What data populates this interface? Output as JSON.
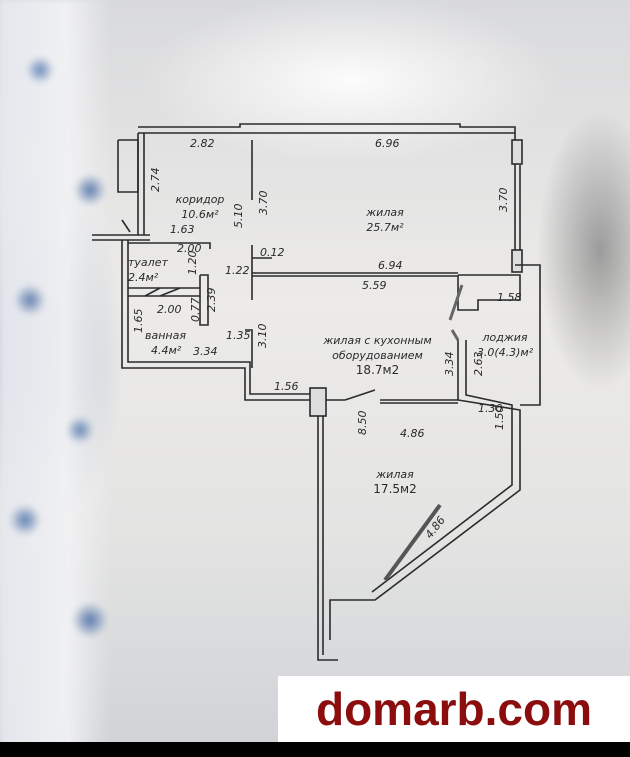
{
  "rooms": {
    "corridor": {
      "name": "коридор",
      "area": "10.6м²"
    },
    "living1": {
      "name": "жилая",
      "area": "25.7м²"
    },
    "toilet": {
      "name": "туалет",
      "area": "2.4м²"
    },
    "bath": {
      "name": "ванная",
      "area": "4.4м²"
    },
    "kitchen": {
      "name1": "жилая с кухонным",
      "name2": "оборудованием",
      "area": "18.7м2"
    },
    "loggia": {
      "name": "лоджия",
      "area": "3.0(4.3)м²"
    },
    "living2": {
      "name": "жилая",
      "area": "17.5м2"
    }
  },
  "dims": {
    "d282": "2.82",
    "d696": "6.96",
    "d274": "2.74",
    "d370a": "3.70",
    "d510": "5.10",
    "d370b": "3.70",
    "d163": "1.63",
    "d200a": "2.00",
    "d120": "1.20",
    "d122": "1.22",
    "d012": "0.12",
    "d694": "6.94",
    "d559": "5.59",
    "d158": "1.58",
    "d200b": "2.00",
    "d077": "0.77",
    "d239": "2.39",
    "d165": "1.65",
    "d135": "1.35",
    "d310": "3.10",
    "d334a": "3.34",
    "d334b": "3.34",
    "d263": "2.63",
    "d156": "1.56",
    "d850": "8.50",
    "d486a": "4.86",
    "d130": "1.30",
    "d150": "1.50",
    "d486b": "4.86"
  },
  "watermark": "domarb.com"
}
